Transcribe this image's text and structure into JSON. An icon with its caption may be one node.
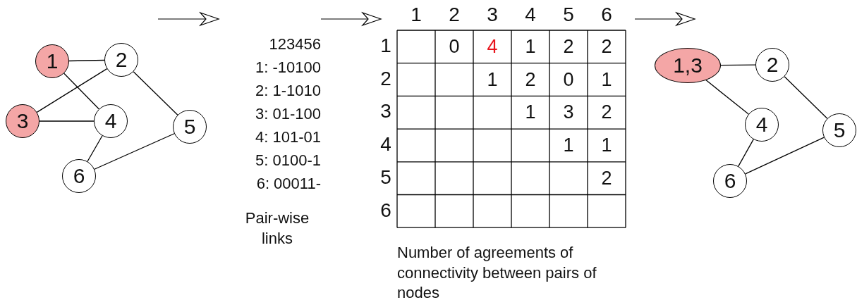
{
  "diagram": {
    "nodes": [
      {
        "text": [
          "1"
        ]
      },
      {
        "text": [
          "2"
        ]
      },
      {
        "text": [
          "3"
        ]
      },
      {
        "text": [
          "4"
        ]
      },
      {
        "text": [
          "5"
        ]
      },
      {
        "text": [
          "6"
        ]
      },
      {
        "text": [
          "1,3"
        ]
      },
      {
        "text": [
          "2"
        ]
      },
      {
        "text": [
          "4"
        ]
      },
      {
        "text": [
          "5"
        ]
      },
      {
        "text": [
          "6"
        ]
      }
    ],
    "edges": [
      {
        "from": 0,
        "to": 1,
        "arrow": "none"
      },
      {
        "from": 0,
        "to": 3,
        "arrow": "none"
      },
      {
        "from": 1,
        "to": 2,
        "arrow": "none"
      },
      {
        "from": 1,
        "to": 4,
        "arrow": "none"
      },
      {
        "from": 2,
        "to": 3,
        "arrow": "none"
      },
      {
        "from": 3,
        "to": 5,
        "arrow": "none"
      },
      {
        "from": 4,
        "to": 5,
        "arrow": "none"
      },
      {
        "from": 6,
        "to": 7,
        "arrow": "none"
      },
      {
        "from": 6,
        "to": 8,
        "arrow": "none"
      },
      {
        "from": 7,
        "to": 9,
        "arrow": "none"
      },
      {
        "from": 8,
        "to": 10,
        "arrow": "none"
      },
      {
        "from": 9,
        "to": 10,
        "arrow": "none"
      }
    ],
    "labels": [
      "123456",
      "1: -10100",
      "2: 1-1010",
      "3: 01-100",
      "4: 101-01",
      "5: 0100-1",
      "6: 00011-",
      "Pair-wise links",
      "1",
      "2",
      "3",
      "4",
      "5",
      "6",
      "1",
      "0",
      "4",
      "1",
      "2",
      "2",
      "2",
      "1",
      "2",
      "0",
      "1",
      "3",
      "1",
      "3",
      "2",
      "4",
      "1",
      "1",
      "5",
      "2",
      "6",
      "Number of agreements of connectivity between pairs of nodes"
    ]
  }
}
